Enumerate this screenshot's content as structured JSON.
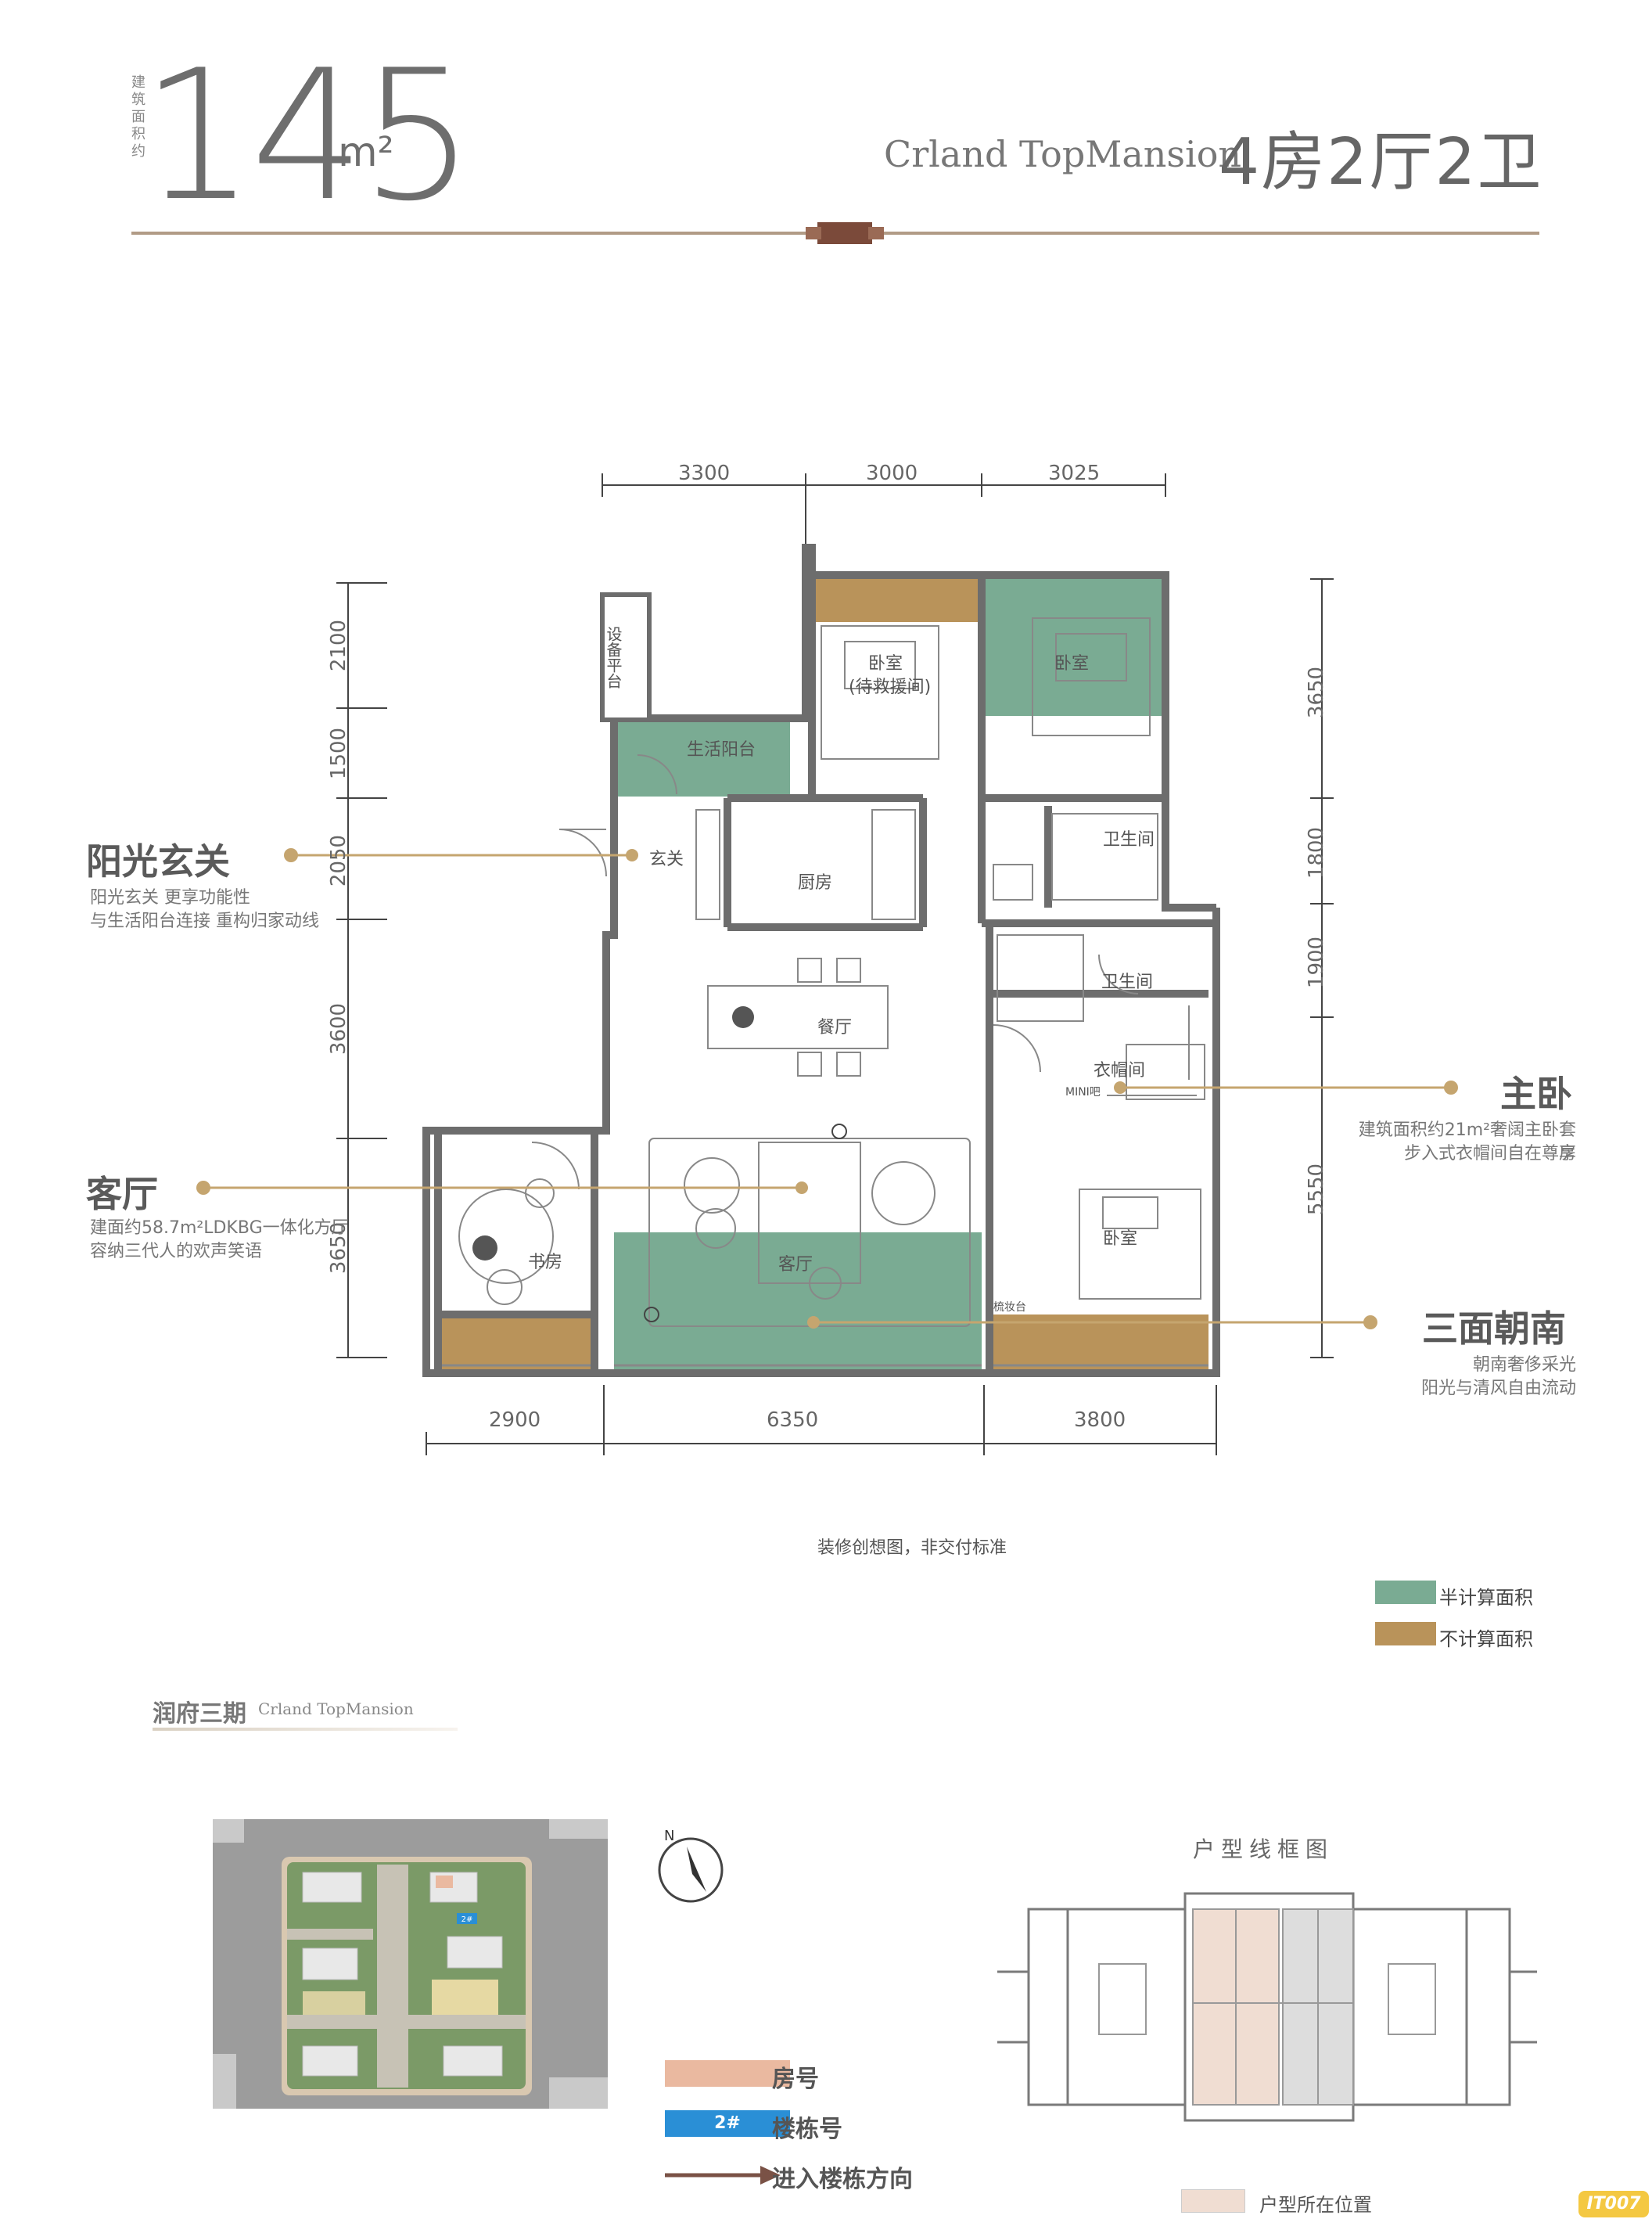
{
  "header": {
    "area_value": "145",
    "area_unit": "m²",
    "area_vertical_label": "建筑面积约",
    "brand_en": "Crland TopMansion",
    "unit_type": "4房2厅2卫"
  },
  "callouts": {
    "entrance": {
      "title": "阳光玄关",
      "desc1": "阳光玄关 更享功能性",
      "desc2": "与生活阳台连接 重构归家动线"
    },
    "living": {
      "title": "客厅",
      "desc1": "建面约58.7m²LDKBG一体化方厅",
      "desc2": "容纳三代人的欢声笑语"
    },
    "master": {
      "title": "主卧",
      "desc1": "建筑面积约21m²奢阔主卧套房",
      "desc2": "步入式衣帽间自在尊享"
    },
    "south": {
      "title": "三面朝南",
      "desc1": "朝南奢侈采光",
      "desc2": "阳光与清风自由流动"
    }
  },
  "dimensions": {
    "top": [
      "3300",
      "3000",
      "3025"
    ],
    "bottom": [
      "2900",
      "6350",
      "3800"
    ],
    "left": [
      "2100",
      "1500",
      "2050",
      "3600",
      "3650"
    ],
    "right": [
      "3650",
      "1800",
      "1900",
      "5550"
    ]
  },
  "rooms": {
    "equipment_platform": "设备平台",
    "utility_balcony": "生活阳台",
    "bedroom1": "卧室",
    "bedroom1_sub": "(待救援间)",
    "bedroom2": "卧室",
    "entrance": "玄关",
    "kitchen": "厨房",
    "bathroom1": "卫生间",
    "bathroom2": "卫生间",
    "dining": "餐厅",
    "wardrobe": "衣帽间",
    "living": "客厅",
    "study": "书房",
    "master_bedroom": "卧室",
    "mini_bar": "MINI吧",
    "dresser": "梳妆台"
  },
  "note": "装修创想图，非交付标准",
  "legend": [
    {
      "label": "半计算面积",
      "color": "#7aab93"
    },
    {
      "label": "不计算面积",
      "color": "#b9935a"
    }
  ],
  "project": {
    "title": "润府三期",
    "en": "Crland TopMansion"
  },
  "site": {
    "building_tag": "2#",
    "north": "N"
  },
  "building_legend": [
    {
      "label": "房号",
      "swatch": "#eab9a0"
    },
    {
      "label": "楼栋号",
      "swatch": "#2a8fd6",
      "swatch_text": "2#"
    },
    {
      "label": "进入楼栋方向",
      "swatch": "#7a5246"
    }
  ],
  "keyplan": {
    "title": "户型线框图",
    "caption": "户型所在位置",
    "highlight": "#f0ddd2"
  },
  "watermark": "IT007"
}
